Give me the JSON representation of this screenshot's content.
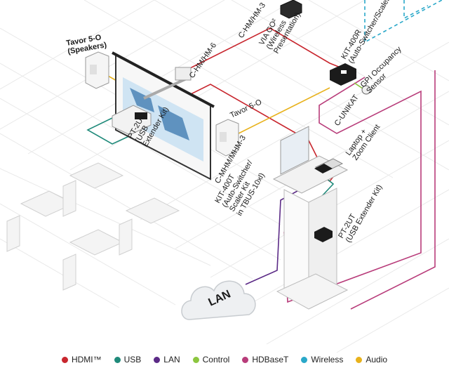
{
  "labels": {
    "tavor_speakers": [
      "Tavor 5-O",
      "(Speakers)"
    ],
    "c_hm_hm_6": "C-HM/HM-6",
    "c_hm_hm_3_top": "C-HM/HM-3",
    "via_go": [
      "VIA GO²",
      "(Wireless",
      "Presentation)"
    ],
    "kit_400r": [
      "KIT-400R",
      "(Auto-Switcher/Scaler Kit)"
    ],
    "gpi_sensor": [
      "GPI Occupancy",
      "Sensor"
    ],
    "tavor_right": "Tavor 5-O",
    "c_unikat": "C-UNIKAT",
    "pt_2ur": [
      "PT-2UR",
      "(USB",
      "Extender Kit)"
    ],
    "c_mhm": "C-MHM/MHM-3",
    "laptop": [
      "Laptop +",
      "Zoom Client"
    ],
    "kit_400t": [
      "KIT-400T",
      "(Auto-Switcher/",
      "Scaler Kit",
      "in TBUS-10xl)"
    ],
    "pt_2ut": [
      "PT-2UT",
      "(USB Extender Kit)"
    ],
    "lan": "LAN"
  },
  "legend": [
    {
      "label": "HDMI™",
      "color": "#c8262e"
    },
    {
      "label": "USB",
      "color": "#1f8a7a"
    },
    {
      "label": "LAN",
      "color": "#5b2a86"
    },
    {
      "label": "Control",
      "color": "#8cc63f"
    },
    {
      "label": "HDBaseT",
      "color": "#b83c7a"
    },
    {
      "label": "Wireless",
      "color": "#2aa8c9"
    },
    {
      "label": "Audio",
      "color": "#e8b21c"
    }
  ]
}
